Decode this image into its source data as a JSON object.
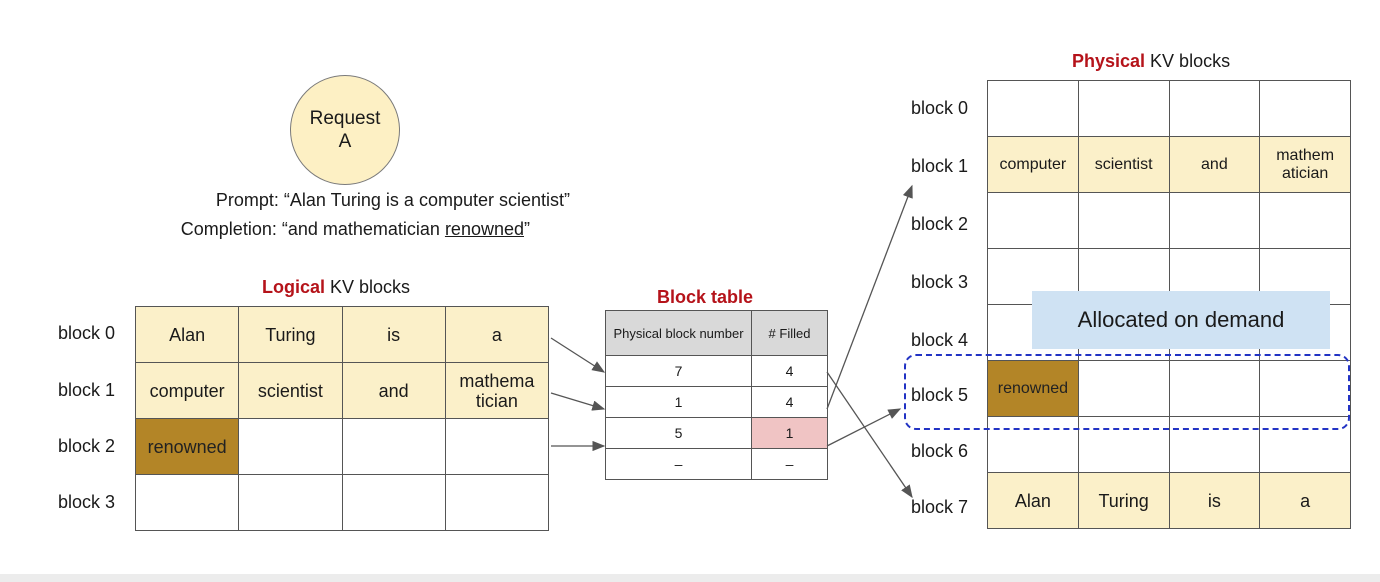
{
  "request": {
    "label": "Request\nA"
  },
  "prompt": {
    "prefix": "Prompt: “Alan Turing is a computer scientist”"
  },
  "completion": {
    "prefix": "Completion: “and mathematician ",
    "underlined": "renowned",
    "suffix": "”"
  },
  "logical": {
    "title_red": "Logical",
    "title_rest": " KV blocks",
    "labels": [
      "block 0",
      "block 1",
      "block 2",
      "block 3"
    ],
    "rows": [
      [
        "Alan",
        "Turing",
        "is",
        "a"
      ],
      [
        "computer",
        "scientist",
        "and",
        "mathema tician"
      ],
      [
        "renowned",
        "",
        "",
        ""
      ],
      [
        "",
        "",
        "",
        ""
      ]
    ]
  },
  "block_table": {
    "title": "Block table",
    "headers": [
      "Physical block number",
      "# Filled"
    ],
    "rows": [
      [
        "7",
        "4"
      ],
      [
        "1",
        "4"
      ],
      [
        "5",
        "1"
      ],
      [
        "–",
        "–"
      ]
    ]
  },
  "physical": {
    "title_red": "Physical",
    "title_rest": " KV blocks",
    "labels": [
      "block 0",
      "block 1",
      "block 2",
      "block 3",
      "block 4",
      "block 5",
      "block 6",
      "block 7"
    ],
    "rows": [
      [
        "",
        "",
        "",
        ""
      ],
      [
        "computer",
        "scientist",
        "and",
        "mathem atician"
      ],
      [
        "",
        "",
        "",
        ""
      ],
      [
        "",
        "",
        "",
        ""
      ],
      [
        "",
        "",
        "",
        ""
      ],
      [
        "renowned",
        "",
        "",
        ""
      ],
      [
        "",
        "",
        "",
        ""
      ],
      [
        "Alan",
        "Turing",
        "is",
        "a"
      ]
    ]
  },
  "callout": {
    "text": "Allocated on demand"
  },
  "colors": {
    "accent_red": "#b5131a",
    "filled": "#fbf0c9",
    "new_token": "#b38527",
    "highlight_pink": "#f0c4c4",
    "callout_blue": "#cfe2f3",
    "dash_blue": "#2233c4"
  }
}
